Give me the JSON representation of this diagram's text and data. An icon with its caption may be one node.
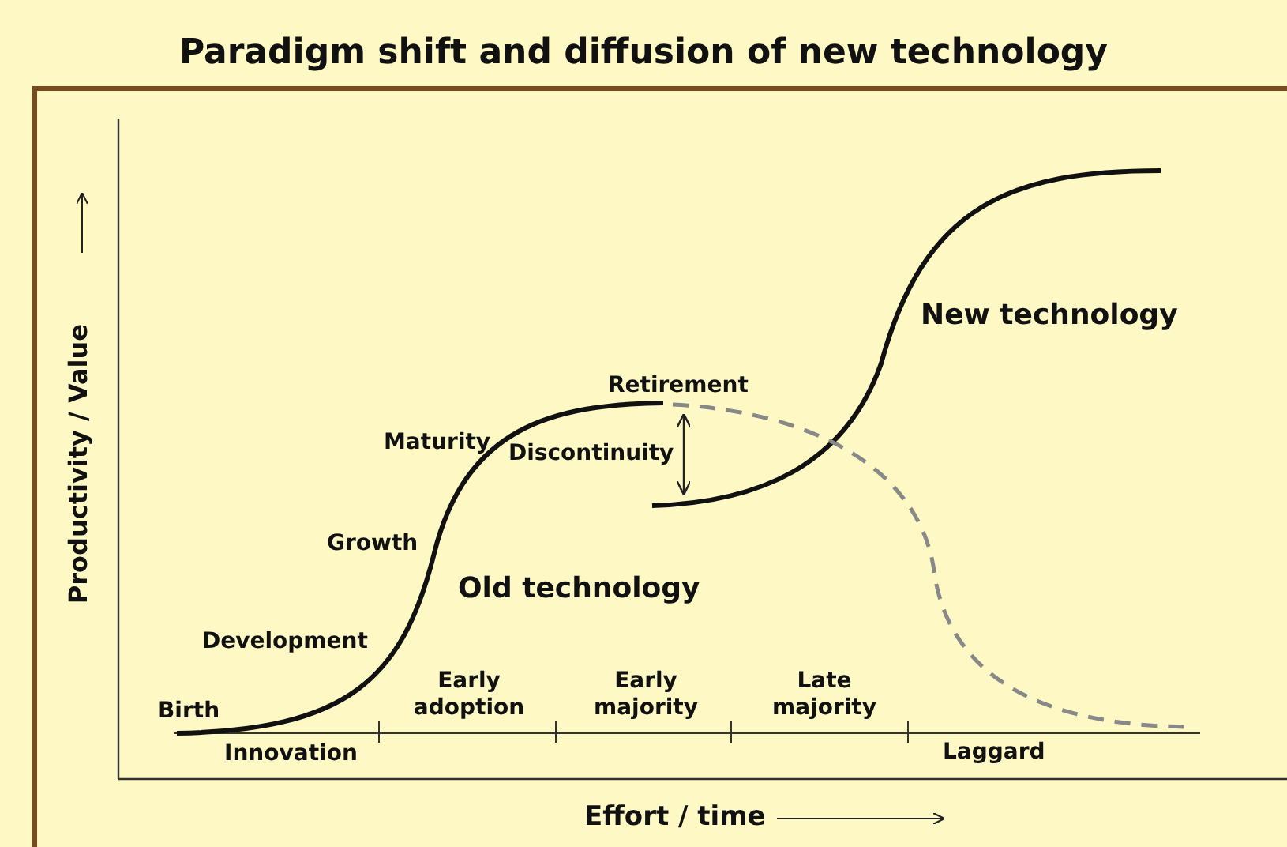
{
  "diagram": {
    "title": "Paradigm shift and diffusion of new technology",
    "labels": [
      "Productivity / Value",
      "New technology",
      "Retirement",
      "Maturity",
      "Discontinuity",
      "Growth",
      "Old technology",
      "Development",
      "Birth",
      "Early adoption",
      "Early majority",
      "Late majority",
      "Innovation",
      "Laggard",
      "Effort / time"
    ]
  }
}
